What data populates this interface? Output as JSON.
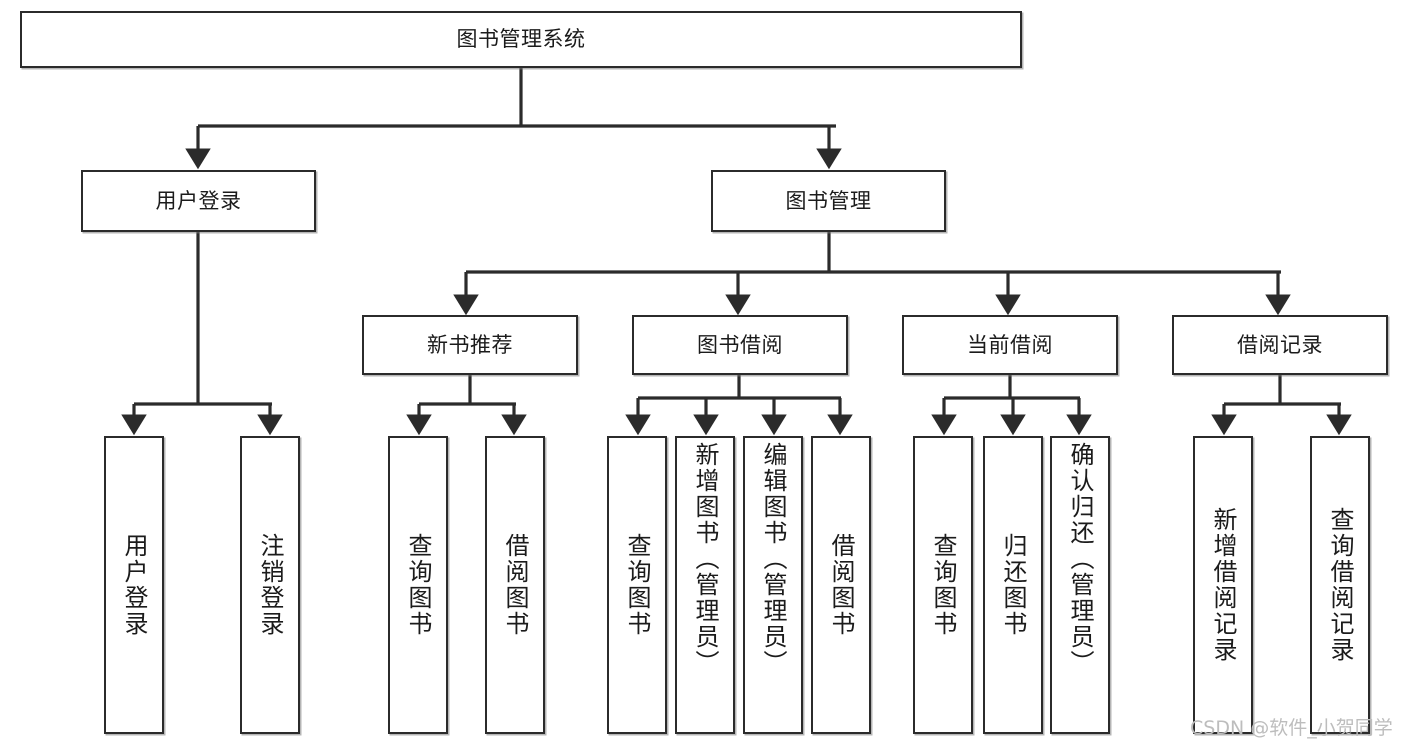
{
  "diagram": {
    "title": "图书管理系统",
    "type": "tree",
    "colors": {
      "box_border": "#2b2b2b",
      "box_fill": "#ffffff",
      "edge": "#2b2b2b",
      "text": "#1b1b1b",
      "watermark": "#bdbdbd",
      "background": "#ffffff"
    },
    "nodes": {
      "root": {
        "label": "图书管理系统"
      },
      "level2": [
        {
          "id": "user-login",
          "label": "用户登录"
        },
        {
          "id": "book-manage",
          "label": "图书管理"
        }
      ],
      "level3": [
        {
          "id": "new-book-rec",
          "label": "新书推荐"
        },
        {
          "id": "book-borrow",
          "label": "图书借阅"
        },
        {
          "id": "current-borrow",
          "label": "当前借阅"
        },
        {
          "id": "borrow-record",
          "label": "借阅记录"
        }
      ],
      "leaves": {
        "user_login": [
          {
            "id": "leaf-user-login",
            "label": "用户登录"
          },
          {
            "id": "leaf-logout-login",
            "label": "注销登录"
          }
        ],
        "new_book_rec": [
          {
            "id": "leaf-query-book-1",
            "label": "查询图书"
          },
          {
            "id": "leaf-borrow-book-1",
            "label": "借阅图书"
          }
        ],
        "book_borrow": [
          {
            "id": "leaf-query-book-2",
            "label": "查询图书"
          },
          {
            "id": "leaf-add-book",
            "label": "新增图书（管理员）"
          },
          {
            "id": "leaf-edit-book",
            "label": "编辑图书（管理员）"
          },
          {
            "id": "leaf-borrow-book-2",
            "label": "借阅图书"
          }
        ],
        "current_borrow": [
          {
            "id": "leaf-query-book-3",
            "label": "查询图书"
          },
          {
            "id": "leaf-return-book",
            "label": "归还图书"
          },
          {
            "id": "leaf-confirm-return",
            "label": "确认归还（管理员）"
          }
        ],
        "borrow_record": [
          {
            "id": "leaf-add-record",
            "label": "新增借阅记录"
          },
          {
            "id": "leaf-query-record",
            "label": "查询借阅记录"
          }
        ]
      }
    },
    "watermark": "CSDN @软件_小贺同学"
  }
}
